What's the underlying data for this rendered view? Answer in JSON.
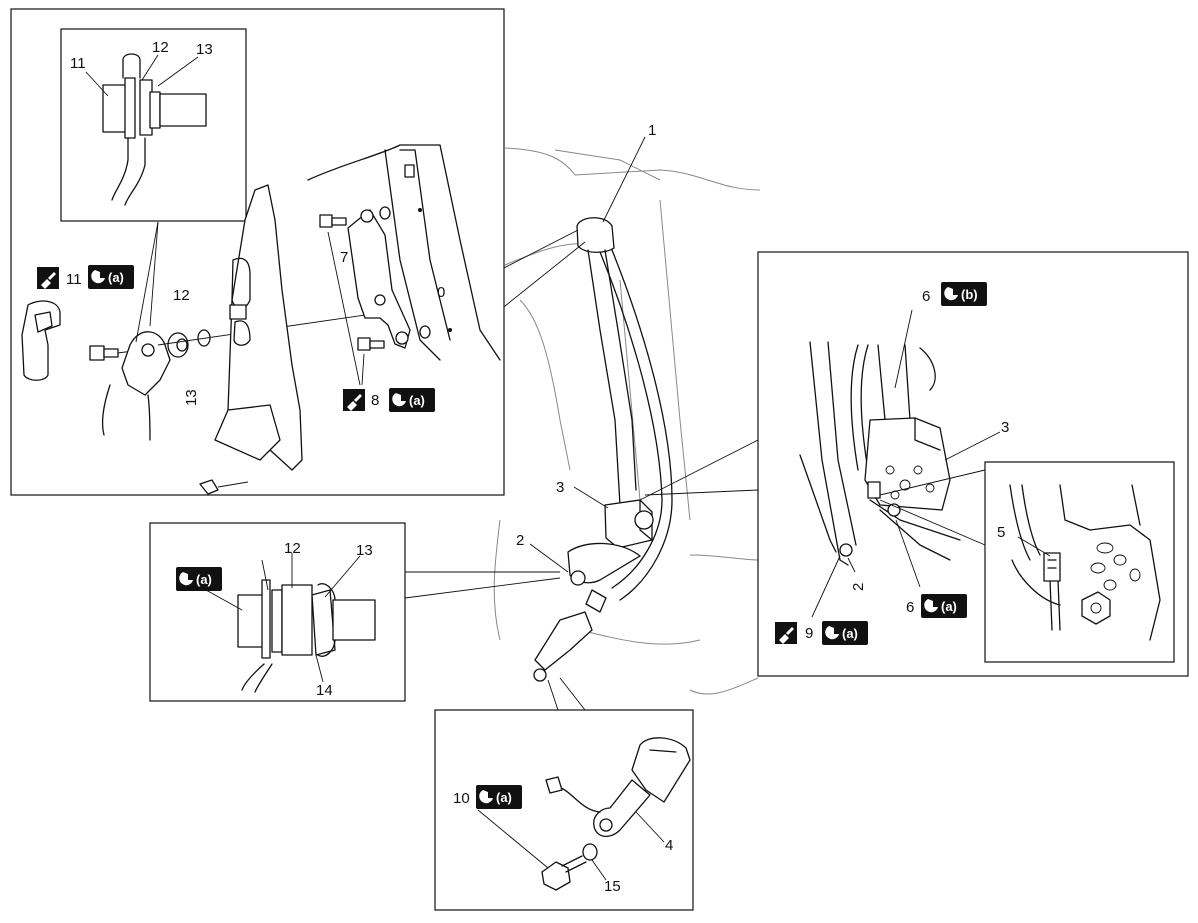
{
  "labels": {
    "n1": "1",
    "n2_main": "2",
    "n3_main": "3",
    "n4": "4",
    "n5": "5",
    "n6_a": "6",
    "n6_b": "6",
    "n7": "7",
    "n8": "8",
    "n9": "9",
    "n10": "10",
    "n11_top": "11",
    "n11_mid": "11",
    "n12_top": "12",
    "n12_mid": "12",
    "n12_detail": "12",
    "n13_top": "13",
    "n13_mid": "13",
    "n13_detail": "13",
    "n14": "14",
    "n15": "15",
    "n2_right": "2",
    "n3_right": "3"
  },
  "torque_badges": {
    "a": "(a)",
    "b": "(b)"
  },
  "icons": {
    "torque": "torque-wrench-icon",
    "sealant": "thread-lock-icon"
  }
}
